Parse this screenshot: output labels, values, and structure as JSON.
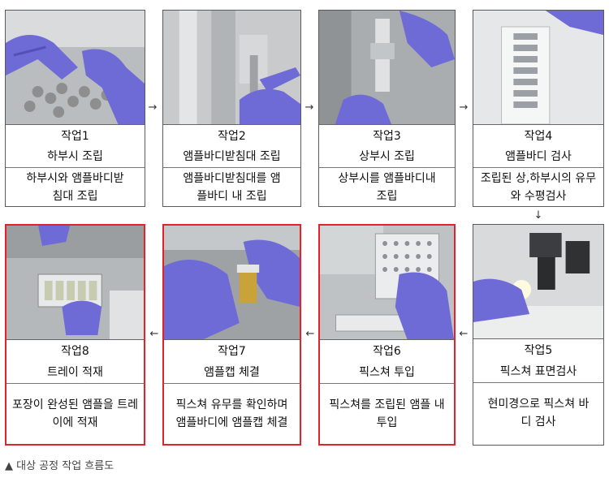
{
  "row1": [
    {
      "step": "작업1",
      "title": "하부시 조립",
      "desc": "하부시와 앰플바디받침대 조립",
      "photo": "gloved-hands-assembling-parts"
    },
    {
      "step": "작업2",
      "title": "앰플바디받침대 조립",
      "desc": "앰플바디받침대를 앰플바디 내 조립",
      "photo": "press-machine-fixture"
    },
    {
      "step": "작업3",
      "title": "상부시 조립",
      "desc": "상부시를 앰플바디내 조립",
      "photo": "gloved-hand-press-assembly"
    },
    {
      "step": "작업4",
      "title": "앰플바디 검사",
      "desc": "조립된 상,하부시의 유무와 수평검사",
      "photo": "ampoules-in-tray"
    }
  ],
  "row2": [
    {
      "step": "작업8",
      "title": "트레이 적재",
      "desc": "포장이 완성된 앰플을 트레이에 적재",
      "photo": "trays-loading",
      "highlighted": true
    },
    {
      "step": "작업7",
      "title": "앰플캡 체결",
      "desc": "픽스쳐 유무를 확인하며 앰플바디에 앰플캡 체결",
      "photo": "gloved-hands-capping",
      "highlighted": true
    },
    {
      "step": "작업6",
      "title": "픽스쳐 투입",
      "desc": "픽스쳐를 조립된 앰플 내 투입",
      "photo": "tweezers-on-tray",
      "highlighted": true
    },
    {
      "step": "작업5",
      "title": "픽스쳐 표면검사",
      "desc": "현미경으로 픽스쳐 바디 검사",
      "photo": "microscope-inspection",
      "highlighted": false
    }
  ],
  "arrows": {
    "right": "→",
    "down": "↓",
    "left": "←"
  },
  "caption": "▲ 대상 공정 작업 흐름도",
  "colors": {
    "highlight": "#e0242c",
    "glove": "#6f6bd6",
    "border": "#5a5a5a"
  }
}
